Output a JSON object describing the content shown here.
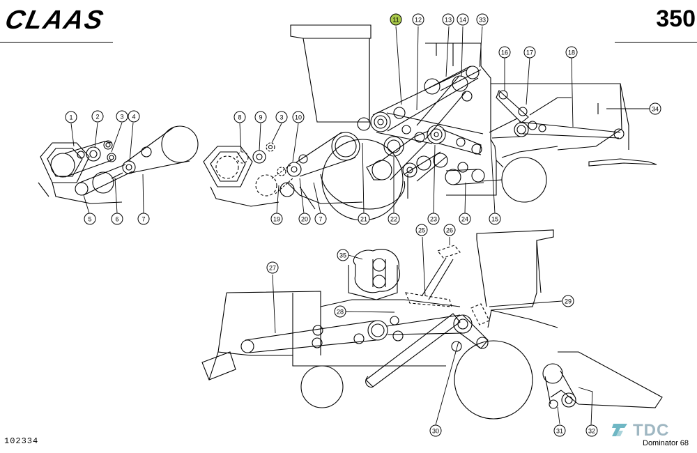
{
  "header": {
    "brand": "CLAAS",
    "page_number": "350"
  },
  "footer": {
    "document_number": "102334",
    "watermark": "TDC",
    "model": "Dominator 68"
  },
  "highlight_color": "#a9c94a",
  "callouts": [
    {
      "id": "c1",
      "label": "1"
    },
    {
      "id": "c2",
      "label": "2"
    },
    {
      "id": "c3a",
      "label": "3"
    },
    {
      "id": "c4",
      "label": "4"
    },
    {
      "id": "c5",
      "label": "5"
    },
    {
      "id": "c6",
      "label": "6"
    },
    {
      "id": "c7a",
      "label": "7"
    },
    {
      "id": "c8",
      "label": "8"
    },
    {
      "id": "c9",
      "label": "9"
    },
    {
      "id": "c3b",
      "label": "3"
    },
    {
      "id": "c10",
      "label": "10"
    },
    {
      "id": "c19",
      "label": "19"
    },
    {
      "id": "c20",
      "label": "20"
    },
    {
      "id": "c7b",
      "label": "7"
    },
    {
      "id": "c11",
      "label": "11",
      "highlighted": true
    },
    {
      "id": "c12",
      "label": "12"
    },
    {
      "id": "c13",
      "label": "13"
    },
    {
      "id": "c14",
      "label": "14"
    },
    {
      "id": "c33",
      "label": "33"
    },
    {
      "id": "c16",
      "label": "16"
    },
    {
      "id": "c17",
      "label": "17"
    },
    {
      "id": "c18",
      "label": "18"
    },
    {
      "id": "c34",
      "label": "34"
    },
    {
      "id": "c21",
      "label": "21"
    },
    {
      "id": "c22",
      "label": "22"
    },
    {
      "id": "c23",
      "label": "23"
    },
    {
      "id": "c24",
      "label": "24"
    },
    {
      "id": "c15",
      "label": "15"
    },
    {
      "id": "c25",
      "label": "25"
    },
    {
      "id": "c26",
      "label": "26"
    },
    {
      "id": "c35",
      "label": "35"
    },
    {
      "id": "c27",
      "label": "27"
    },
    {
      "id": "c28",
      "label": "28"
    },
    {
      "id": "c29",
      "label": "29"
    },
    {
      "id": "c30",
      "label": "30"
    },
    {
      "id": "c31",
      "label": "31"
    },
    {
      "id": "c32",
      "label": "32"
    }
  ]
}
